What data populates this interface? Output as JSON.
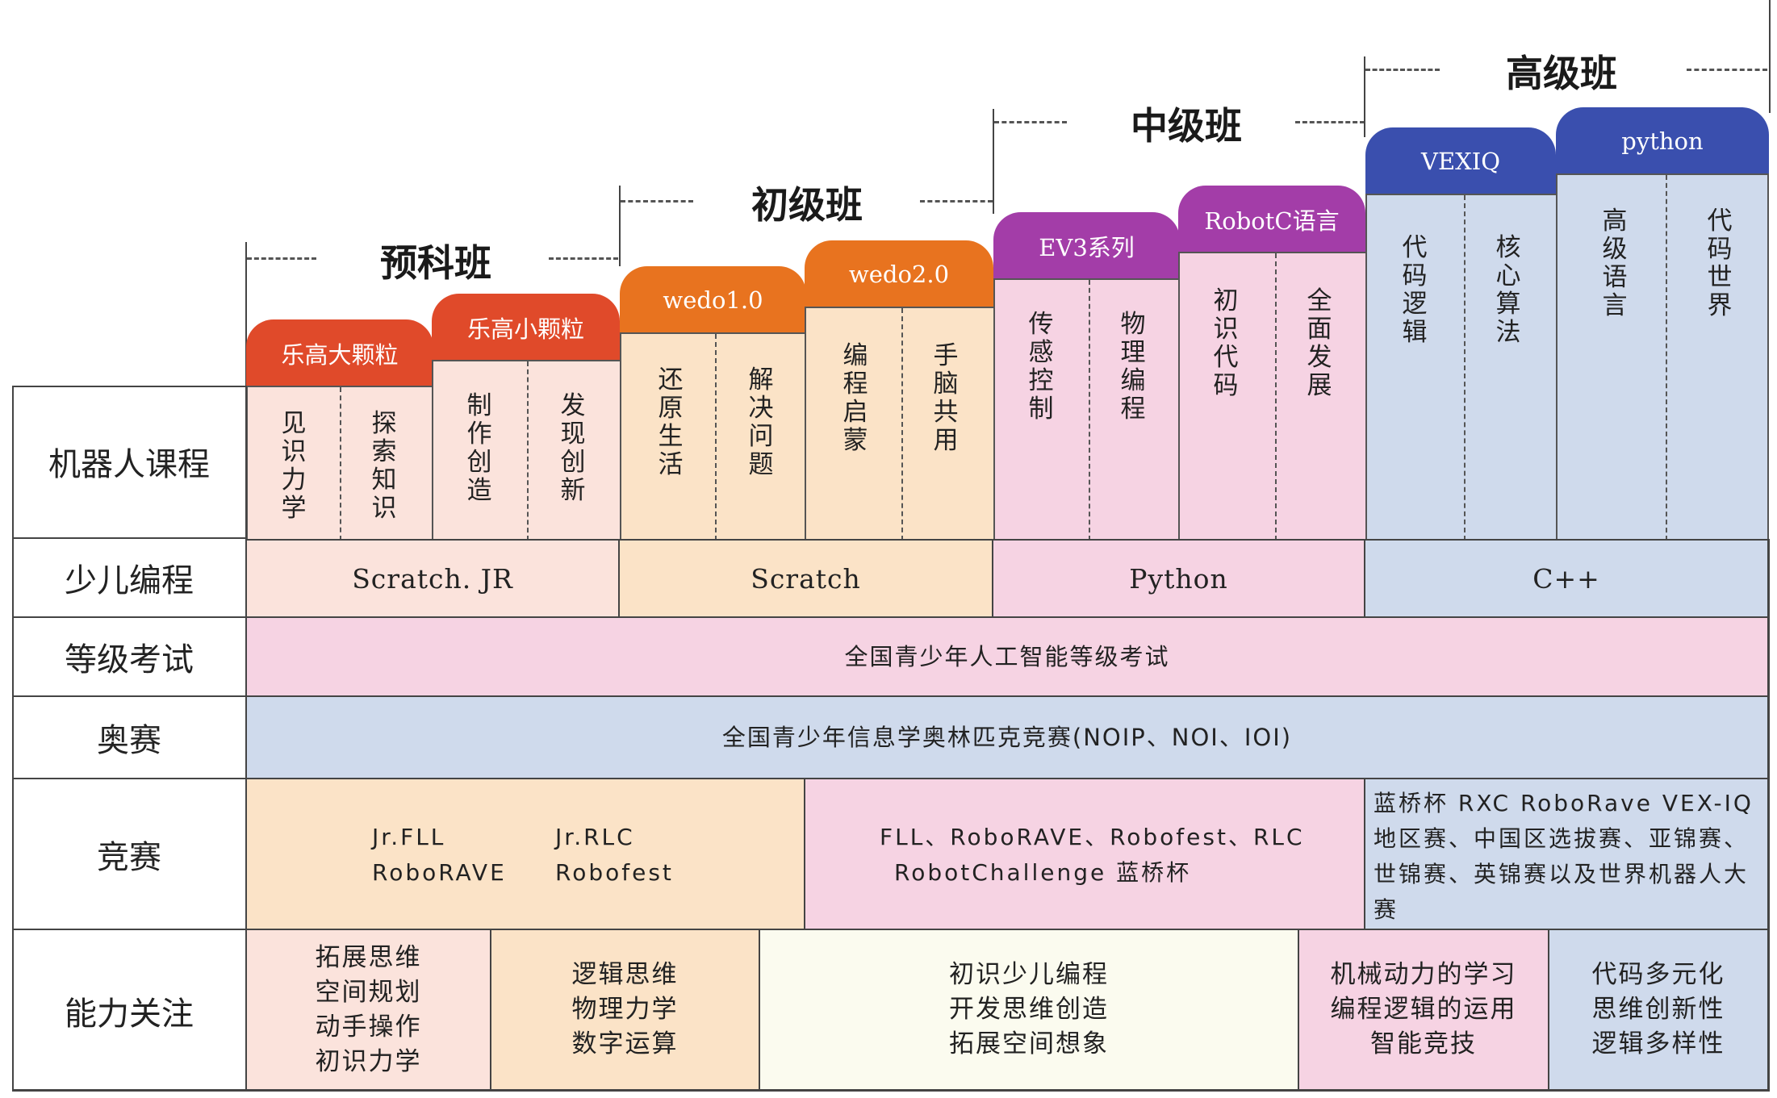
{
  "tiers": [
    {
      "title": "预科班"
    },
    {
      "title": "初级班"
    },
    {
      "title": "中级班"
    },
    {
      "title": "高级班"
    }
  ],
  "colors": {
    "red_tab": "#e04a2a",
    "orange_tab": "#e8731f",
    "purple_tab": "#a33da8",
    "blue_tab": "#3a4fae",
    "peach_bg": "#fbe3dc",
    "tan_bg": "#fbe3c7",
    "pink_bg": "#f6d3e3",
    "blue_bg": "#cfdaec",
    "cream_bg": "#fbfbef"
  },
  "courses": [
    {
      "tab": "乐高大颗粒",
      "cols": [
        "见识力学",
        "探索知识"
      ]
    },
    {
      "tab": "乐高小颗粒",
      "cols": [
        "制作创造",
        "发现创新"
      ]
    },
    {
      "tab": "wedo1.0",
      "cols": [
        "还原生活",
        "解决问题"
      ]
    },
    {
      "tab": "wedo2.0",
      "cols": [
        "编程启蒙",
        "手脑共用"
      ]
    },
    {
      "tab": "EV3系列",
      "cols": [
        "传感控制",
        "物理编程"
      ]
    },
    {
      "tab": "RobotC语言",
      "cols": [
        "初识代码",
        "全面发展"
      ]
    },
    {
      "tab": "VEXIQ",
      "cols": [
        "代码逻辑",
        "核心算法"
      ]
    },
    {
      "tab": "python",
      "cols": [
        "高级语言",
        "代码世界"
      ]
    }
  ],
  "rows": {
    "robot": "机器人课程",
    "coding": "少儿编程",
    "exam": "等级考试",
    "olympiad": "奥赛",
    "contest": "竞赛",
    "ability": "能力关注"
  },
  "coding": [
    "Scratch. JR",
    "Scratch",
    "Python",
    "C++"
  ],
  "exam": "全国青少年人工智能等级考试",
  "olympiad": "全国青少年信息学奥林匹克竞赛(NOIP、NOI、IOI)",
  "contest": {
    "a1": "Jr.FLL",
    "a2": "Jr.RLC",
    "a3": "RoboRAVE",
    "a4": "Robofest",
    "b1": "FLL、RoboRAVE、Robofest、RLC",
    "b2": "RobotChallenge 蓝桥杯",
    "c": "蓝桥杯 RXC RoboRave VEX-IQ 地区赛、中国区选拔赛、亚锦赛、世锦赛、英锦赛以及世界机器人大赛"
  },
  "ability": [
    [
      "拓展思维",
      "空间规划",
      "动手操作",
      "初识力学"
    ],
    [
      "逻辑思维",
      "物理力学",
      "数字运算"
    ],
    [
      "初识少儿编程",
      "开发思维创造",
      "拓展空间想象"
    ],
    [
      "机械动力的学习",
      "编程逻辑的运用",
      "智能竞技"
    ],
    [
      "代码多元化",
      "思维创新性",
      "逻辑多样性"
    ]
  ]
}
